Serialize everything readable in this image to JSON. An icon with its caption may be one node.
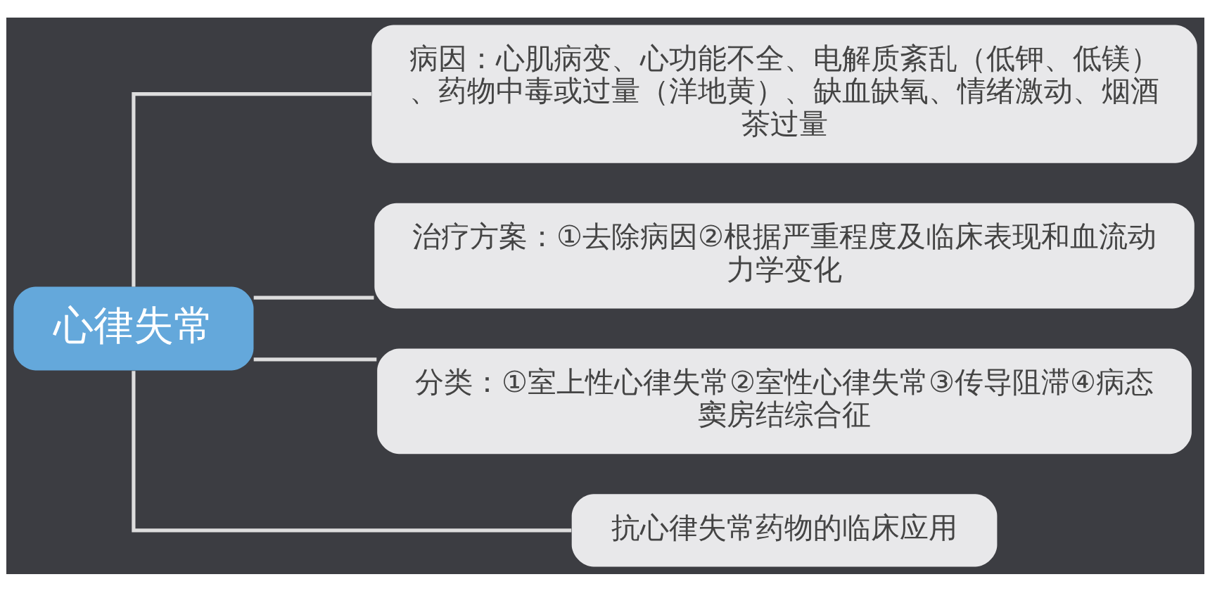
{
  "diagram": {
    "nodes": [
      {
        "text": [
          "心律失常"
        ]
      },
      {
        "text": [
          "病因：心肌病变、心功能不全、电解质紊乱（低钾、低镁）、药物中毒或过量（洋地黄）、缺血缺氧、情绪激动、烟酒茶过量"
        ]
      },
      {
        "text": [
          "治疗方案：①去除病因②根据严重程度及临床表现和血流动力学变化"
        ]
      },
      {
        "text": [
          "分类：①室上性心律失常②室性心律失常③传导阻滞④病态窦房结综合征"
        ]
      },
      {
        "text": [
          "抗心律失常药物的临床应用"
        ]
      }
    ],
    "edges": [
      {
        "from": 0,
        "to": 1,
        "arrow": "none"
      },
      {
        "from": 0,
        "to": 2,
        "arrow": "none"
      },
      {
        "from": 0,
        "to": 3,
        "arrow": "none"
      },
      {
        "from": 0,
        "to": 4,
        "arrow": "none"
      }
    ]
  }
}
